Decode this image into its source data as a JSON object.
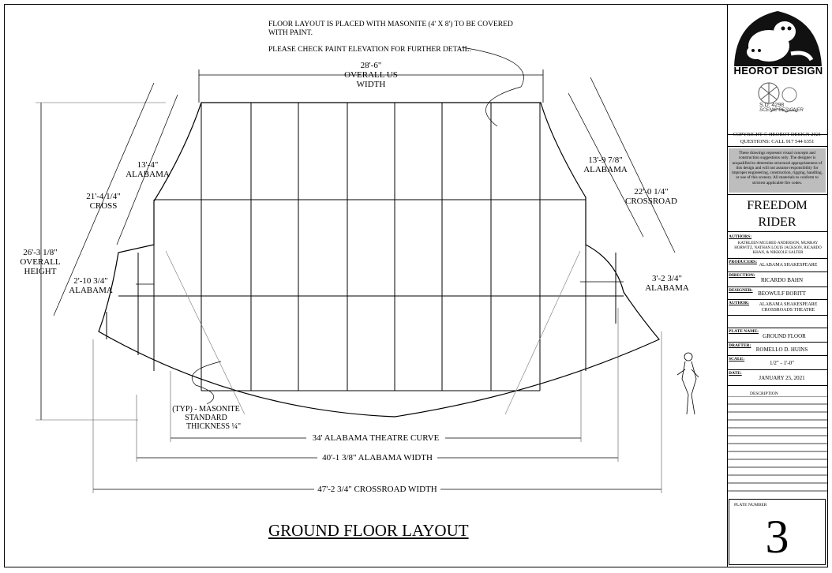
{
  "notes": {
    "masonite": "FLOOR LAYOUT IS PLACED WITH MASONITE (4' X 8') TO BE COVERED WITH PAINT.",
    "elevation": "PLEASE CHECK PAINT ELEVATION FOR FURTHER DETAIL."
  },
  "dimensions": {
    "overall_us_width": "28'-6\"",
    "overall_us_width_label1": "OVERALL US",
    "overall_us_width_label2": "WIDTH",
    "left_upper": "13'-4\"",
    "left_upper_label": "ALABAMA",
    "left_cross": "21'-4 1/4\"",
    "left_cross_label": "CROSS",
    "overall_height": "26'-3 1/8\"",
    "overall_height_label1": "OVERALL",
    "overall_height_label2": "HEIGHT",
    "left_lower": "2'-10 3/4\"",
    "left_lower_label": "ALABAMA",
    "right_upper": "13'-9 7/8\"",
    "right_upper_label": "ALABAMA",
    "right_cross": "22'-0 1/4\"",
    "right_cross_label": "CROSSROAD",
    "right_lower": "3'-2 3/4\"",
    "right_lower_label": "ALABAMA",
    "masonite_typ1": "(TYP) - MASONITE",
    "masonite_typ2": "STANDARD",
    "masonite_typ3": "THICKNESS ¼\"",
    "curve": "34' ALABAMA THEATRE CURVE",
    "alabama_width": "40'-1 3/8\" ALABAMA WIDTH",
    "crossroad_width": "47'-2 3/4\" CROSSROAD WIDTH"
  },
  "drawing_title": "GROUND FLOOR LAYOUT",
  "title_block": {
    "brand": "HEOROT DESIGN",
    "union": "S.D. 4298",
    "union_sub": "SCENIC DESIGNER",
    "copyright1": "COPYRIGHT © HEOROT DESIGN 2021",
    "copyright2": "QUESTIONS: CALL 917 544 6351",
    "disclaimer": "These drawings represent visual concepts and construction suggestions only. The designer is unqualified to determine structural appropriateness of this design and will not assume responsibility for improper engineering, construction, rigging, handling, or use of this scenery.  All materials to conform to strictest applicable fire codes.",
    "show_title1": "FREEDOM",
    "show_title2": "RIDER",
    "authors_key": "AUTHORS:",
    "authors": "KATHLEEN MCGHEE-ANDERSON, MURRAY HORWITZ, NATHAN LOUIS JACKSON, RICARDO KHAN, & NIKKOLE SALTER",
    "producers_key": "PRODUCERS:",
    "producers": "ALABAMA SHAKESPEARE",
    "direction_key": "DIRECTION:",
    "direction": "RICARDO BAHN",
    "designer_key": "DESIGNER:",
    "designer": "BEOWULF BORITT",
    "author_key": "AUTHOR:",
    "author": "ALABAMA SHAKESPEARE CROSSROADS THEATRE",
    "plate_name_key": "PLATE NAME:",
    "plate_name": "GROUND FLOOR",
    "drafter_key": "DRAFTER:",
    "drafter": "ROMELLO D. HUINS",
    "scale_key": "SCALE:",
    "scale": "1/2\" - 1'-0\"",
    "date_key": "DATE:",
    "date": "JANUARY 25, 2021",
    "description_key": "DESCRIPTION",
    "plate_number_key": "PLATE NUMBER",
    "plate_number": "3"
  }
}
